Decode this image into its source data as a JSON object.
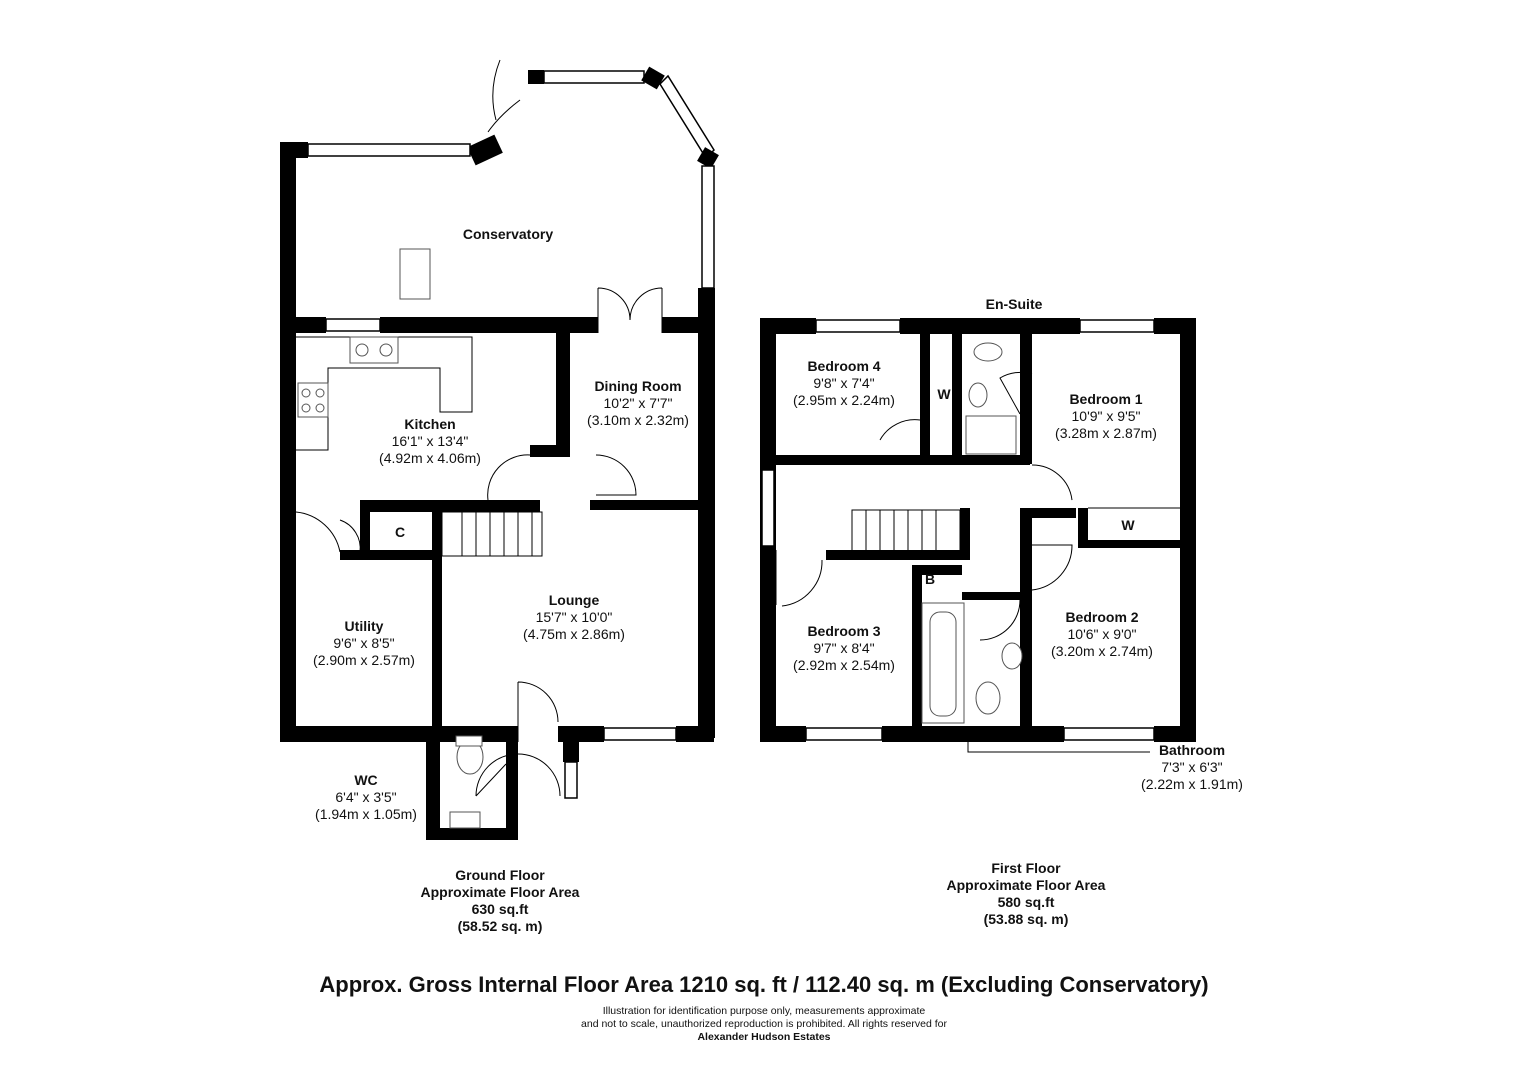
{
  "rooms": {
    "conservatory": {
      "name": "Conservatory"
    },
    "kitchen": {
      "name": "Kitchen",
      "imperial": "16'1\" x 13'4\"",
      "metric": "(4.92m x 4.06m)"
    },
    "dining": {
      "name": "Dining Room",
      "imperial": "10'2\" x 7'7\"",
      "metric": "(3.10m x 2.32m)"
    },
    "lounge": {
      "name": "Lounge",
      "imperial": "15'7\" x 10'0\"",
      "metric": "(4.75m x 2.86m)"
    },
    "utility": {
      "name": "Utility",
      "imperial": "9'6\" x 8'5\"",
      "metric": "(2.90m x 2.57m)"
    },
    "wc": {
      "name": "WC",
      "imperial": "6'4\" x 3'5\"",
      "metric": "(1.94m x 1.05m)"
    },
    "ensuite": {
      "name": "En-Suite"
    },
    "bedroom4": {
      "name": "Bedroom 4",
      "imperial": "9'8\" x 7'4\"",
      "metric": "(2.95m x 2.24m)"
    },
    "bedroom1": {
      "name": "Bedroom 1",
      "imperial": "10'9\" x 9'5\"",
      "metric": "(3.28m x 2.87m)"
    },
    "bedroom3": {
      "name": "Bedroom 3",
      "imperial": "9'7\" x 8'4\"",
      "metric": "(2.92m x 2.54m)"
    },
    "bedroom2": {
      "name": "Bedroom 2",
      "imperial": "10'6\" x 9'0\"",
      "metric": "(3.20m x 2.74m)"
    },
    "bathroom": {
      "name": "Bathroom",
      "imperial": "7'3\" x 6'3\"",
      "metric": "(2.22m x 1.91m)"
    }
  },
  "markers": {
    "cupboard": "C",
    "wardrobe": "W",
    "boiler": "B"
  },
  "floors": {
    "ground": {
      "name": "Ground Floor",
      "label": "Approximate Floor Area",
      "sqft": "630 sq.ft",
      "sqm": "(58.52 sq. m)"
    },
    "first": {
      "name": "First Floor",
      "label": "Approximate Floor Area",
      "sqft": "580 sq.ft",
      "sqm": "(53.88 sq. m)"
    }
  },
  "gross_area": "Approx. Gross Internal Floor Area 1210 sq. ft / 112.40 sq. m (Excluding Conservatory)",
  "disclaimer": {
    "line1": "Illustration for identification purpose only, measurements approximate",
    "line2": "and not to scale, unauthorized reproduction is prohibited. All rights reserved for",
    "company": "Alexander Hudson Estates"
  }
}
